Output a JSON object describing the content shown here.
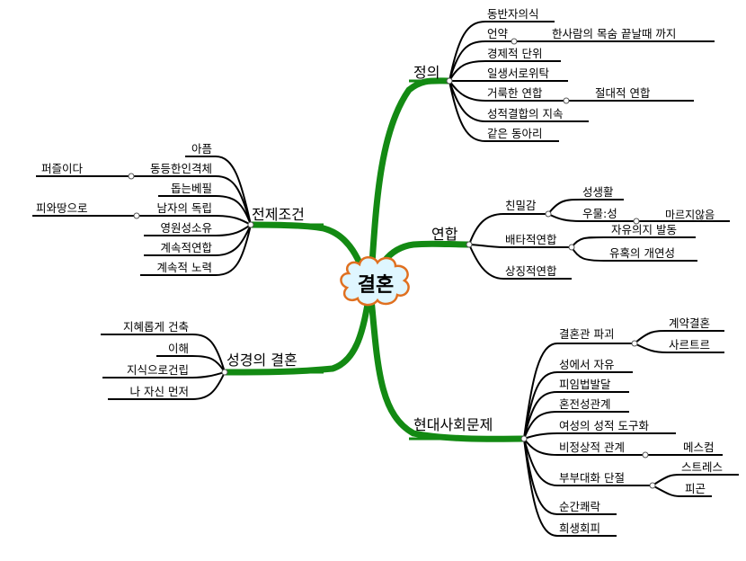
{
  "center": {
    "label": "결혼",
    "fill": "#dff6ff",
    "border": "#e07020"
  },
  "branches": {
    "definition": {
      "label": "정의",
      "items": [
        {
          "label": "동반자의식"
        },
        {
          "label": "언약",
          "child": "한사람의 목숨 끝날때 까지"
        },
        {
          "label": "경제적 단위"
        },
        {
          "label": "일생서로위탁"
        },
        {
          "label": "거룩한 연합",
          "child": "절대적 연합"
        },
        {
          "label": "성적결합의 지속"
        },
        {
          "label": "같은 동아리"
        }
      ]
    },
    "union": {
      "label": "연합",
      "intimacy": {
        "label": "친밀감",
        "children": [
          "성생활",
          "우물:성"
        ],
        "grandchild": "마르지않음"
      },
      "exclusive": {
        "label": "배타적연합",
        "children": [
          "자유의지 발동",
          "유혹의 개연성"
        ]
      },
      "symbolic": {
        "label": "상징적연합"
      }
    },
    "modern": {
      "label": "현대사회문제",
      "items": [
        {
          "label": "결혼관 파괴",
          "children": [
            "계약결혼",
            "사르트르"
          ]
        },
        {
          "label": "성에서 자유"
        },
        {
          "label": "피임법발달"
        },
        {
          "label": "혼전성관계"
        },
        {
          "label": "여성의 성적 도구화"
        },
        {
          "label": "비정상적 관계",
          "children": [
            "메스컴"
          ]
        },
        {
          "label": "부부대화 단절",
          "children": [
            "스트레스",
            "피곤"
          ]
        },
        {
          "label": "순간쾌락"
        },
        {
          "label": "희생회피"
        }
      ]
    },
    "premise": {
      "label": "전제조건",
      "items": [
        {
          "label": "아픔"
        },
        {
          "label": "동등한인격체",
          "child": "퍼즐이다"
        },
        {
          "label": "돕는베필"
        },
        {
          "label": "남자의 독립",
          "child": "피와땅으로"
        },
        {
          "label": "영원성소유"
        },
        {
          "label": "계속적연합"
        },
        {
          "label": "계속적 노력"
        }
      ]
    },
    "bible": {
      "label": "성경의 결혼",
      "items": [
        {
          "label": "지혜롭게 건축"
        },
        {
          "label": "이해"
        },
        {
          "label": "지식으로건립"
        },
        {
          "label": "나 자신 먼저"
        }
      ]
    }
  }
}
